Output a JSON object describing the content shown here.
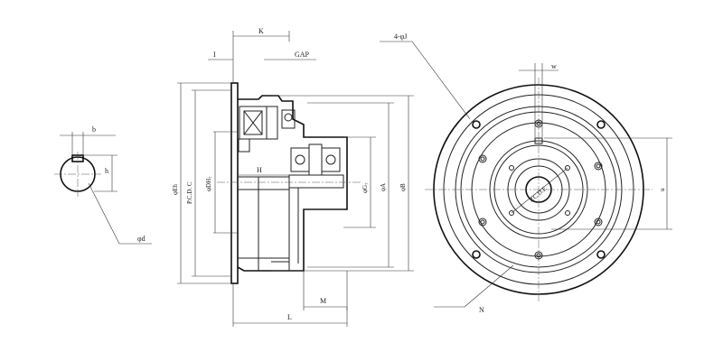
{
  "labels": {
    "keyway_width": "b",
    "keyway_height": "h",
    "shaft_diameter": "φd",
    "dim_k": "K",
    "dim_i": "I",
    "gap": "GAP",
    "phi_e_h": "φEh",
    "pcd_c": "P.C.D. C",
    "phi_d_h": "φDH₇",
    "dim_h": "H",
    "phi_g": "φG₇",
    "phi_a": "φA",
    "phi_b": "φB",
    "dim_m": "M",
    "dim_l": "L",
    "holes": "4-φJ",
    "dim_w": "w",
    "dim_u": "u",
    "pcd_e": "P.C.D.E",
    "dim_n": "N"
  }
}
